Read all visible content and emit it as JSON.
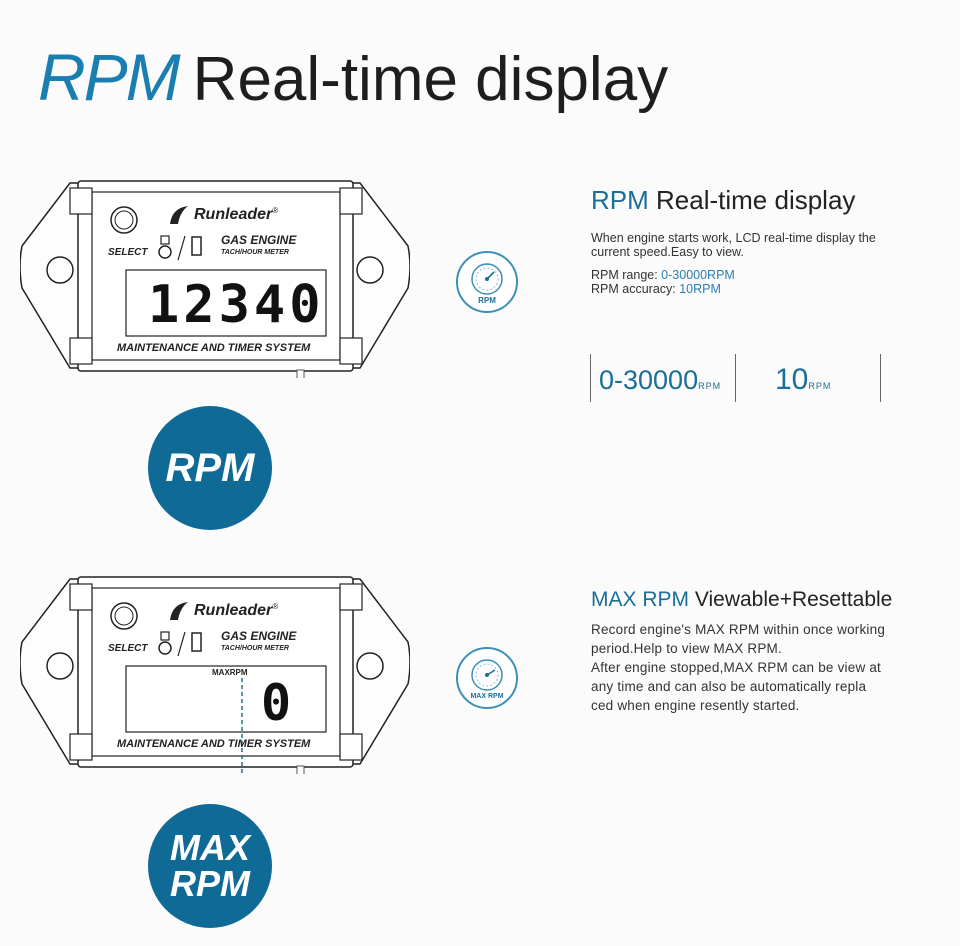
{
  "headline": {
    "accent": "RPM",
    "rest": "Real-time display"
  },
  "device": {
    "brand": "Runleader",
    "brand_mark": "®",
    "select_label": "SELECT",
    "gas_engine": "GAS ENGINE",
    "tach_label": "TACH/HOUR METER",
    "footer": "MAINTENANCE AND TIMER SYSTEM"
  },
  "panel1": {
    "lcd_value": "12340",
    "badge": "RPM",
    "icon_label": "RPM",
    "title_accent": "RPM",
    "title_rest": "Real-time display",
    "desc_line1": "When engine starts work, LCD real-time display the",
    "desc_line2": "current speed.Easy to view.",
    "range_label": "RPM  range: ",
    "range_value": "0-30000RPM",
    "accuracy_label": "RPM  accuracy: ",
    "accuracy_value": "10RPM",
    "stat1_value": "0-30000",
    "stat1_unit": "RPM",
    "stat2_value": "10",
    "stat2_unit": "RPM"
  },
  "panel2": {
    "lcd_value": "0",
    "lcd_label": "MAXRPM",
    "badge_line1": "MAX",
    "badge_line2": "RPM",
    "icon_label": "MAX RPM",
    "title_accent": "MAX RPM",
    "title_rest": "Viewable+Resettable",
    "lines": [
      "Record engine's MAX RPM within once working",
      "period.Help to view  MAX RPM.",
      "After engine stopped,MAX RPM can be view at",
      "any time and  can also be automatically  repla",
      "ced when engine resently started."
    ]
  },
  "colors": {
    "accent": "#1a7fb0",
    "badge": "#0f6a95",
    "text": "#222222"
  }
}
